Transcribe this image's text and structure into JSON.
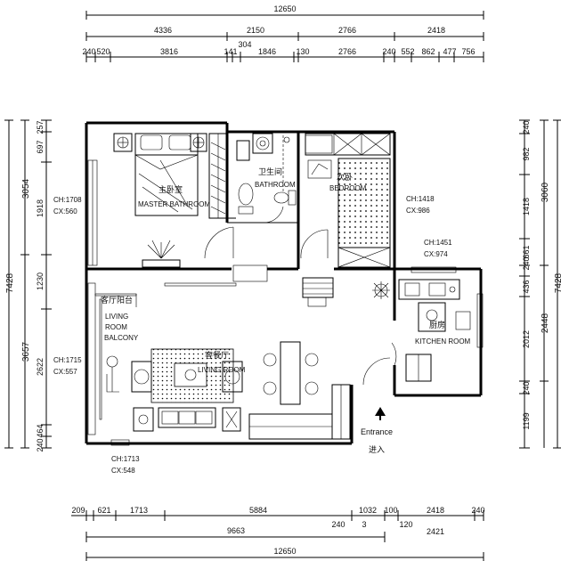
{
  "dimensions": {
    "top_total": "12650",
    "top_row1": [
      "4336",
      "2150",
      "2766",
      "2418"
    ],
    "top_row2": [
      "240",
      "520",
      "3816",
      "141",
      "304",
      "1846",
      "130",
      "2766",
      "240",
      "552",
      "862",
      "477",
      "756"
    ],
    "bottom_row1": [
      "209",
      "621",
      "1713",
      "5884",
      "1032",
      "100",
      "2418",
      "240"
    ],
    "bottom_row1_extra": [
      "240",
      "3",
      "120",
      "2421"
    ],
    "bottom_row2": "9663",
    "bottom_total": "12650",
    "left_inner": [
      "697",
      "257",
      "1918",
      "1230",
      "2622",
      "464",
      "240"
    ],
    "left_outer": [
      "3054",
      "3657"
    ],
    "left_total": "7428",
    "right_inner": [
      "240",
      "982",
      "1418",
      "661",
      "240",
      "436",
      "2012",
      "240",
      "1199"
    ],
    "right_outer": [
      "3060",
      "2448"
    ],
    "right_total": "7428"
  },
  "annotations": {
    "ch_cx_1_ch": "CH:1708",
    "ch_cx_1_cx": "CX:560",
    "ch_cx_2_ch": "CH:1418",
    "ch_cx_2_cx": "CX:986",
    "ch_cx_3_ch": "CH:1451",
    "ch_cx_3_cx": "CX:974",
    "ch_cx_4_ch": "CH:1715",
    "ch_cx_4_cx": "CX:557",
    "ch_cx_5_ch": "CH:1713",
    "ch_cx_5_cx": "CX:548"
  },
  "rooms": {
    "master_cn": "主卧室",
    "master_en": "MASTER BATHROOM",
    "bath_cn": "卫生间",
    "bath_en": "BATHROOM",
    "bedroom_cn": "次卧",
    "bedroom_en": "BEDROOM",
    "balcony_cn": "客厅阳台",
    "balcony_en1": "LIVING",
    "balcony_en2": "ROOM",
    "balcony_en3": "BALCONY",
    "living_cn": "客餐厅",
    "living_en": "LIVING ROOM",
    "kitchen_en": "KITCHEN ROOM",
    "kitchen_cn": "厨房"
  },
  "entrance": {
    "label_en": "Entrance",
    "label_cn": "进入"
  }
}
